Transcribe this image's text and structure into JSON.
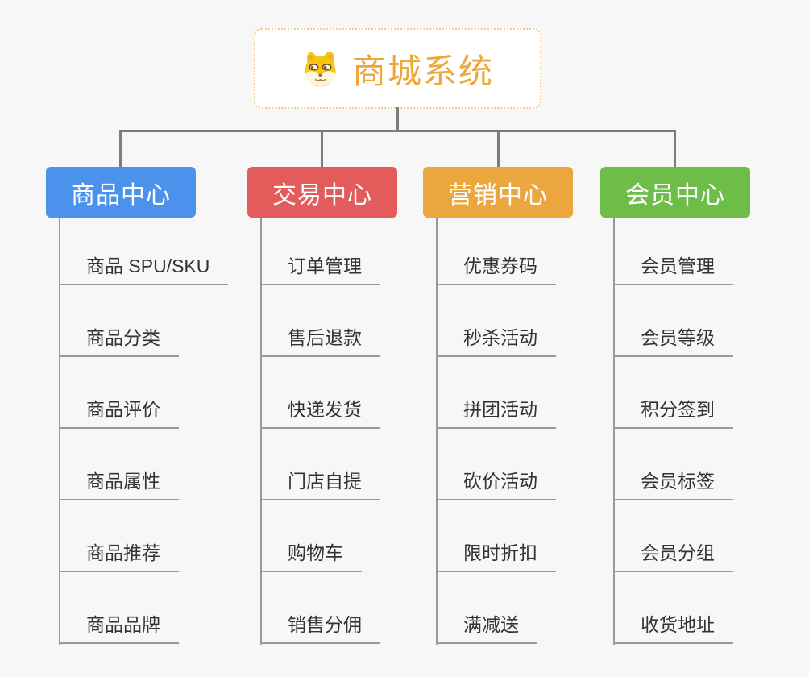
{
  "root": {
    "title": "商城系统",
    "icon": "dog-face-icon",
    "text_color": "#EFA73C",
    "border_color": "#F3CD92",
    "background": "#FFFFFF"
  },
  "theme": {
    "canvas_background": "#F7F7F7",
    "connector_color": "#7D7D7D",
    "leaf_line_color": "#9A9A9A",
    "leaf_text_color": "#333333",
    "branch_text_color": "#FFFFFF"
  },
  "branches": [
    {
      "label": "商品中心",
      "color": "#4A92EB",
      "items": [
        "商品 SPU/SKU",
        "商品分类",
        "商品评价",
        "商品属性",
        "商品推荐",
        "商品品牌"
      ]
    },
    {
      "label": "交易中心",
      "color": "#E45B5B",
      "items": [
        "订单管理",
        "售后退款",
        "快递发货",
        "门店自提",
        "购物车",
        "销售分佣"
      ]
    },
    {
      "label": "营销中心",
      "color": "#EBA73E",
      "items": [
        "优惠券码",
        "秒杀活动",
        "拼团活动",
        "砍价活动",
        "限时折扣",
        "满减送"
      ]
    },
    {
      "label": "会员中心",
      "color": "#6EBD48",
      "items": [
        "会员管理",
        "会员等级",
        "积分签到",
        "会员标签",
        "会员分组",
        "收货地址"
      ]
    }
  ]
}
